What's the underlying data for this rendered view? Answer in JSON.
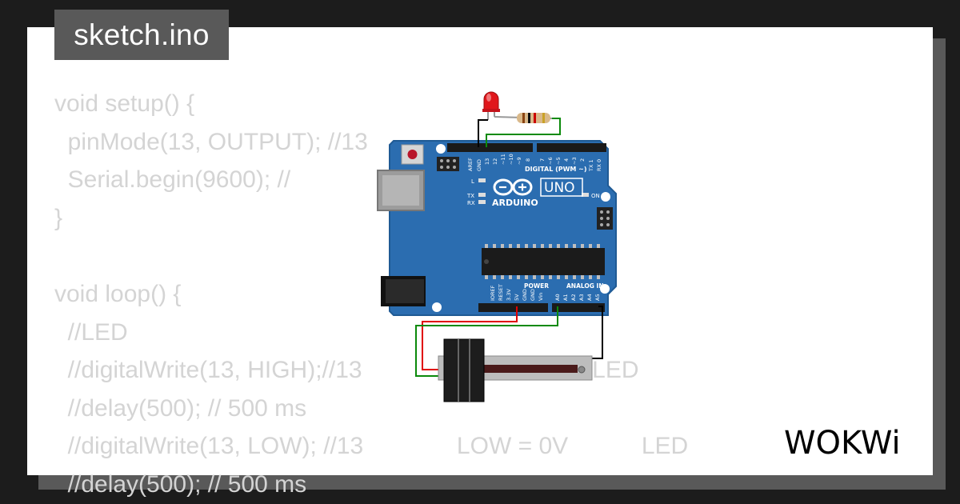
{
  "file_tab": {
    "label": "sketch.ino"
  },
  "code_lines": [
    "void setup() {",
    "  pinMode(13, OUTPUT); //13",
    "  Serial.begin(9600); //",
    "}",
    "",
    "void loop() {",
    "  //LED",
    "  //digitalWrite(13, HIGH);//13              = 5V             LED",
    "  //delay(500); // 500 ms",
    "  //digitalWrite(13, LOW); //13              LOW = 0V           LED",
    "  //delay(500); // 500 ms"
  ],
  "board": {
    "brand": "ARDUINO",
    "model": "UNO",
    "logo_symbol": "∞",
    "digital_label": "DIGITAL (PWM ~)",
    "power_label": "POWER",
    "analog_label": "ANALOG IN",
    "led_labels": [
      "L",
      "TX",
      "RX",
      "ON"
    ],
    "top_pin_labels": [
      "AREF",
      "GND",
      "13",
      "12",
      "~11",
      "~10",
      "~9",
      "8",
      "7",
      "~6",
      "~5",
      "4",
      "~3",
      "2",
      "TX 1",
      "RX 0"
    ],
    "bottom_pin_labels": [
      "IOREF",
      "RESET",
      "3.3V",
      "5V",
      "GND",
      "GND",
      "Vin",
      "A0",
      "A1",
      "A2",
      "A3",
      "A4",
      "A5"
    ]
  },
  "brand_logo": {
    "text": "WOKWi"
  },
  "colors": {
    "background": "#1c1c1c",
    "panel": "#ffffff",
    "tab": "#595959",
    "code_text": "#d4d4d4",
    "board": "#2b6db0",
    "wire_black": "#000000",
    "wire_green": "#0a8a0a",
    "wire_red": "#e00000",
    "led_red": "#e0161b"
  }
}
